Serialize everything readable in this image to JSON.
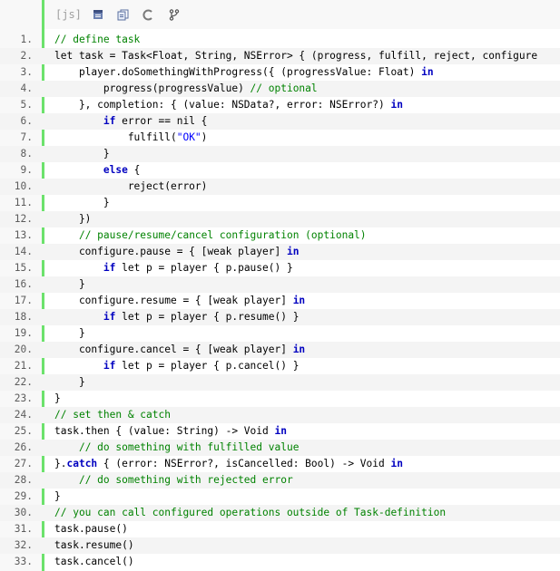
{
  "toolbar": {
    "lang_label": "[js]",
    "icons": [
      "view-source-icon",
      "copy-icon",
      "print-icon",
      "about-icon"
    ]
  },
  "colors": {
    "comment": "#008200",
    "keyword": "#0000c0",
    "string": "#0000ff",
    "gutter_bar": "#6ce26c"
  },
  "lines": [
    {
      "n": "1.",
      "segs": [
        {
          "t": "// define task",
          "c": "cm"
        }
      ]
    },
    {
      "n": "2.",
      "segs": [
        {
          "t": "let task = Task<Float, String, NSError> { (progress, fulfill, reject, configure",
          "c": "pl"
        }
      ]
    },
    {
      "n": "3.",
      "segs": [
        {
          "t": "    player.doSomethingWithProgress({ (progressValue: Float) ",
          "c": "pl"
        },
        {
          "t": "in",
          "c": "kw"
        }
      ]
    },
    {
      "n": "4.",
      "segs": [
        {
          "t": "        progress(progressValue) ",
          "c": "pl"
        },
        {
          "t": "// optional",
          "c": "cm"
        }
      ]
    },
    {
      "n": "5.",
      "segs": [
        {
          "t": "    }, completion: { (value: NSData?, error: NSError?) ",
          "c": "pl"
        },
        {
          "t": "in",
          "c": "kw"
        }
      ]
    },
    {
      "n": "6.",
      "segs": [
        {
          "t": "        ",
          "c": "pl"
        },
        {
          "t": "if",
          "c": "kw"
        },
        {
          "t": " error == nil {",
          "c": "pl"
        }
      ]
    },
    {
      "n": "7.",
      "segs": [
        {
          "t": "            fulfill(",
          "c": "pl"
        },
        {
          "t": "\"OK\"",
          "c": "st"
        },
        {
          "t": ")",
          "c": "pl"
        }
      ]
    },
    {
      "n": "8.",
      "segs": [
        {
          "t": "        }",
          "c": "pl"
        }
      ]
    },
    {
      "n": "9.",
      "segs": [
        {
          "t": "        ",
          "c": "pl"
        },
        {
          "t": "else",
          "c": "kw"
        },
        {
          "t": " {",
          "c": "pl"
        }
      ]
    },
    {
      "n": "10.",
      "segs": [
        {
          "t": "            reject(error)",
          "c": "pl"
        }
      ]
    },
    {
      "n": "11.",
      "segs": [
        {
          "t": "        }",
          "c": "pl"
        }
      ]
    },
    {
      "n": "12.",
      "segs": [
        {
          "t": "    })",
          "c": "pl"
        }
      ]
    },
    {
      "n": "13.",
      "segs": [
        {
          "t": "    ",
          "c": "pl"
        },
        {
          "t": "// pause/resume/cancel configuration (optional)",
          "c": "cm"
        }
      ]
    },
    {
      "n": "14.",
      "segs": [
        {
          "t": "    configure.pause = { [weak player] ",
          "c": "pl"
        },
        {
          "t": "in",
          "c": "kw"
        }
      ]
    },
    {
      "n": "15.",
      "segs": [
        {
          "t": "        ",
          "c": "pl"
        },
        {
          "t": "if",
          "c": "kw"
        },
        {
          "t": " let p = player { p.pause() }",
          "c": "pl"
        }
      ]
    },
    {
      "n": "16.",
      "segs": [
        {
          "t": "    }",
          "c": "pl"
        }
      ]
    },
    {
      "n": "17.",
      "segs": [
        {
          "t": "    configure.resume = { [weak player] ",
          "c": "pl"
        },
        {
          "t": "in",
          "c": "kw"
        }
      ]
    },
    {
      "n": "18.",
      "segs": [
        {
          "t": "        ",
          "c": "pl"
        },
        {
          "t": "if",
          "c": "kw"
        },
        {
          "t": " let p = player { p.resume() }",
          "c": "pl"
        }
      ]
    },
    {
      "n": "19.",
      "segs": [
        {
          "t": "    }",
          "c": "pl"
        }
      ]
    },
    {
      "n": "20.",
      "segs": [
        {
          "t": "    configure.cancel = { [weak player] ",
          "c": "pl"
        },
        {
          "t": "in",
          "c": "kw"
        }
      ]
    },
    {
      "n": "21.",
      "segs": [
        {
          "t": "        ",
          "c": "pl"
        },
        {
          "t": "if",
          "c": "kw"
        },
        {
          "t": " let p = player { p.cancel() }",
          "c": "pl"
        }
      ]
    },
    {
      "n": "22.",
      "segs": [
        {
          "t": "    }",
          "c": "pl"
        }
      ]
    },
    {
      "n": "23.",
      "segs": [
        {
          "t": "}",
          "c": "pl"
        }
      ]
    },
    {
      "n": "24.",
      "segs": [
        {
          "t": "// set then & catch",
          "c": "cm"
        }
      ]
    },
    {
      "n": "25.",
      "segs": [
        {
          "t": "task.then { (value: String) -> Void ",
          "c": "pl"
        },
        {
          "t": "in",
          "c": "kw"
        }
      ]
    },
    {
      "n": "26.",
      "segs": [
        {
          "t": "    ",
          "c": "pl"
        },
        {
          "t": "// do something with fulfilled value",
          "c": "cm"
        }
      ]
    },
    {
      "n": "27.",
      "segs": [
        {
          "t": "}.",
          "c": "pl"
        },
        {
          "t": "catch",
          "c": "kw"
        },
        {
          "t": " { (error: NSError?, isCancelled: Bool) -> Void ",
          "c": "pl"
        },
        {
          "t": "in",
          "c": "kw"
        }
      ]
    },
    {
      "n": "28.",
      "segs": [
        {
          "t": "    ",
          "c": "pl"
        },
        {
          "t": "// do something with rejected error",
          "c": "cm"
        }
      ]
    },
    {
      "n": "29.",
      "segs": [
        {
          "t": "}",
          "c": "pl"
        }
      ]
    },
    {
      "n": "30.",
      "segs": [
        {
          "t": "// you can call configured operations outside of Task-definition",
          "c": "cm"
        }
      ]
    },
    {
      "n": "31.",
      "segs": [
        {
          "t": "task.pause()",
          "c": "pl"
        }
      ]
    },
    {
      "n": "32.",
      "segs": [
        {
          "t": "task.resume()",
          "c": "pl"
        }
      ]
    },
    {
      "n": "33.",
      "segs": [
        {
          "t": "task.cancel()",
          "c": "pl"
        }
      ]
    }
  ]
}
